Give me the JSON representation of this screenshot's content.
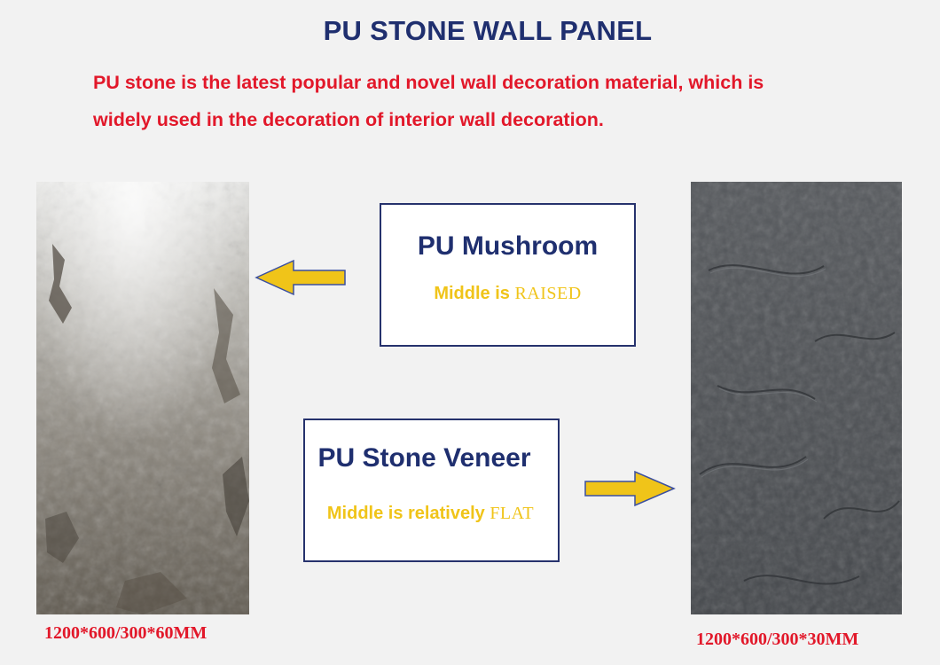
{
  "title": "PU STONE WALL PANEL",
  "description": {
    "line1": "PU stone is the latest popular and novel wall decoration material, which is",
    "line2": "widely used in the decoration of interior wall decoration."
  },
  "products": [
    {
      "name": "PU Mushroom",
      "feature_prefix": "Middle is ",
      "feature_accent": "RAISED",
      "size": "1200*600/300*60MM"
    },
    {
      "name": "PU Stone Veneer",
      "feature_prefix": "Middle is relatively ",
      "feature_accent": "FLAT",
      "size": "1200*600/300*30MM"
    }
  ],
  "colors": {
    "title": "#1f2f6f",
    "description": "#e2182a",
    "box_border": "#26326d",
    "feature": "#f0c419",
    "arrow_fill": "#f0c419",
    "arrow_stroke": "#3b4fa0"
  },
  "icons": {
    "arrow_left": "arrow-left-icon",
    "arrow_right": "arrow-right-icon"
  }
}
